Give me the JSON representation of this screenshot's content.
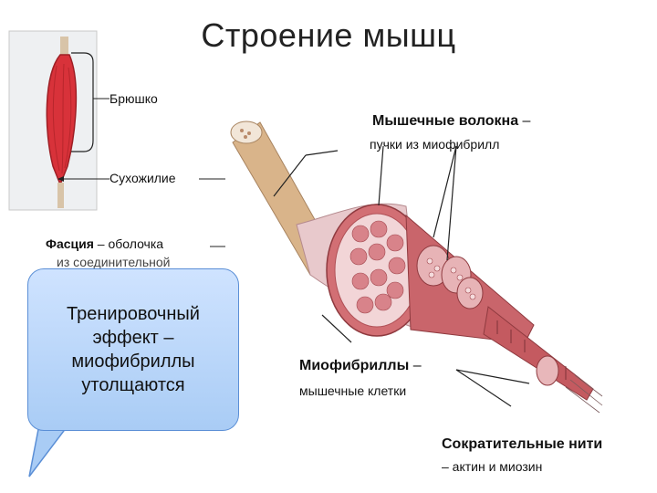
{
  "title": "Строение мышц",
  "labels": {
    "belly": "Брюшко",
    "tendon": "Сухожилие",
    "fascia_term": "Фасция",
    "fascia_desc": " – оболочка",
    "fascia_desc2": "из соединительной",
    "muscle_fibers_term": "Мышечные волокна",
    "muscle_fibers_dash": " –",
    "muscle_fibers_desc": "пучки из миофибрилл",
    "myofibrils_term": "Миофибриллы",
    "myofibrils_dash": " –",
    "myofibrils_desc": "мышечные клетки",
    "filaments_term": "Сократительные нити",
    "filaments_desc": "– актин и миозин"
  },
  "callout": {
    "text": "Тренировочный эффект – миофибриллы утолщаются"
  },
  "colors": {
    "muscle_red": "#d8323a",
    "tissue_pink": "#c96a6e",
    "tendon_tan": "#d9b48a",
    "callout_fill": "#b7d4f7",
    "callout_border": "#5b8fd6"
  }
}
